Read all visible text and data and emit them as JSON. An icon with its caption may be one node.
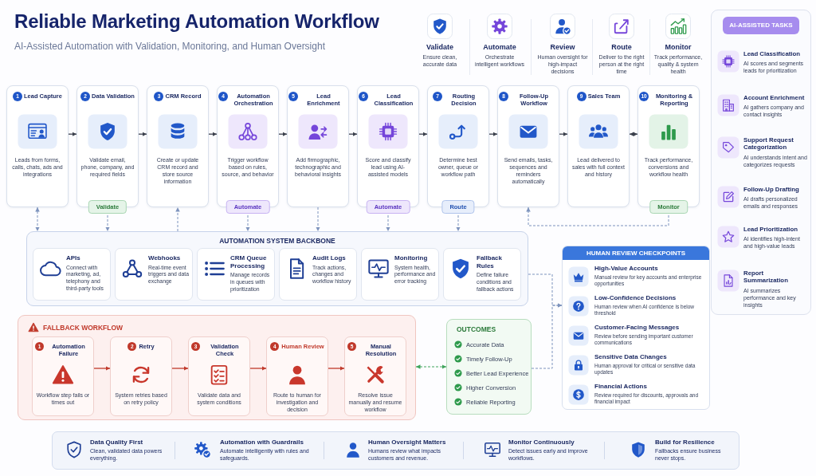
{
  "diagram": {
    "title": "Reliable Marketing Automation Workflow",
    "nodes": [
      {
        "text": [
          "1",
          "Lead Capture",
          "Leads from forms, calls, chats, ads and integrations"
        ]
      },
      {
        "text": [
          "2",
          "Data Validation",
          "Validate email, phone, company, and required fields",
          "Validate"
        ]
      },
      {
        "text": [
          "3",
          "CRM Record",
          "Create or update CRM record and store source information"
        ]
      },
      {
        "text": [
          "4",
          "Automation Orchestration",
          "Trigger workflow based on rules, source, and behavior",
          "Automate"
        ]
      },
      {
        "text": [
          "5",
          "Lead Enrichment",
          "Add firmographic, technographic and behavioral insights"
        ]
      },
      {
        "text": [
          "6",
          "Lead Classification",
          "Score and classify lead using AI-assisted models",
          "Automate"
        ]
      },
      {
        "text": [
          "7",
          "Routing Decision",
          "Determine best owner, queue or workflow path",
          "Route"
        ]
      },
      {
        "text": [
          "8",
          "Follow-Up Workflow",
          "Send emails, tasks, sequences and reminders automatically"
        ]
      },
      {
        "text": [
          "9",
          "Sales Team",
          "Lead delivered to sales with full context and history"
        ]
      },
      {
        "text": [
          "10",
          "Monitoring & Reporting",
          "Track performance, conversions and workflow health",
          "Monitor"
        ]
      },
      {
        "text": [
          "AUTOMATION SYSTEM BACKBONE"
        ]
      },
      {
        "text": [
          "APIs",
          "Connect with marketing, ad, telephony and third-party tools"
        ],
        "in": 10
      },
      {
        "text": [
          "Webhooks",
          "Real-time event triggers and data exchange"
        ],
        "in": 10
      },
      {
        "text": [
          "CRM Queue Processing",
          "Manage records in queues with prioritization"
        ],
        "in": 10
      },
      {
        "text": [
          "Audit Logs",
          "Track actions, changes and workflow history"
        ],
        "in": 10
      },
      {
        "text": [
          "Monitoring",
          "System health, performance and error tracking"
        ],
        "in": 10
      },
      {
        "text": [
          "Fallback Rules",
          "Define failure conditions and fallback actions"
        ],
        "in": 10
      },
      {
        "text": [
          "FALLBACK WORKFLOW"
        ]
      },
      {
        "text": [
          "1",
          "Automation Failure",
          "Workflow step fails or times out"
        ],
        "in": 17
      },
      {
        "text": [
          "2",
          "Retry",
          "System retries based on retry policy"
        ],
        "in": 17
      },
      {
        "text": [
          "3",
          "Validation Check",
          "Validate data and system conditions"
        ],
        "in": 17
      },
      {
        "text": [
          "4",
          "Human Review",
          "Route to human for investigation and decision"
        ],
        "in": 17
      },
      {
        "text": [
          "5",
          "Manual Resolution",
          "Resolve issue manually and resume workflow"
        ],
        "in": 17
      },
      {
        "text": [
          "OUTCOMES",
          "Accurate Data",
          "Timely Follow-Up",
          "Better Lead Experience",
          "Higher Conversion",
          "Reliable Reporting"
        ]
      },
      {
        "text": [
          "HUMAN REVIEW CHECKPOINTS",
          "High-Value Accounts",
          "Manual review for key accounts and enterprise opportunities",
          "Low-Confidence Decisions",
          "Human review when AI confidence is below threshold",
          "Customer-Facing Messages",
          "Review before sending important customer communications",
          "Sensitive Data Changes",
          "Human approval for critical or sensitive data updates",
          "Financial Actions",
          "Review required for discounts, approvals and financial impact"
        ]
      },
      {
        "text": [
          "AI-ASSISTED TASKS",
          "Lead Classification",
          "AI scores and segments leads for prioritization",
          "Account Enrichment",
          "AI gathers company and contact insights",
          "Support Request Categorization",
          "AI understands intent and categorizes requests",
          "Follow-Up Drafting",
          "AI drafts personalized emails and responses",
          "Lead Prioritization",
          "AI identifies high-intent and high-value leads",
          "Report Summarization",
          "AI summarizes performance and key insights"
        ]
      },
      {
        "text": [
          "Data Quality First",
          "Clean, validated data powers everything.",
          "Automation with Guardrails",
          "Automate intelligently with rules and safeguards.",
          "Human Oversight Matters",
          "Humans review what impacts customers and revenue.",
          "Monitor Continuously",
          "Detect issues early and improve workflows.",
          "Build for Resilience",
          "Fallbacks ensure business never stops."
        ]
      }
    ],
    "edges": [
      {
        "from": 0,
        "to": 1,
        "arrow": "to",
        "color": "#3b404c"
      },
      {
        "from": 1,
        "to": 2,
        "arrow": "to",
        "color": "#3b404c"
      },
      {
        "from": 2,
        "to": 3,
        "arrow": "to",
        "color": "#3b404c"
      },
      {
        "from": 3,
        "to": 4,
        "arrow": "to",
        "color": "#3b404c"
      },
      {
        "from": 4,
        "to": 5,
        "arrow": "to",
        "color": "#3b404c"
      },
      {
        "from": 5,
        "to": 6,
        "arrow": "to",
        "color": "#3b404c"
      },
      {
        "from": 6,
        "to": 7,
        "arrow": "to",
        "color": "#3b404c"
      },
      {
        "from": 7,
        "to": 8,
        "arrow": "to",
        "color": "#3b404c"
      },
      {
        "from": 8,
        "to": 9,
        "arrow": "both",
        "color": "#3b404c"
      },
      {
        "from": 0,
        "to": 10,
        "arrow": "both",
        "style": "dashed"
      },
      {
        "from": 1,
        "to": 10,
        "arrow": "to",
        "style": "dashed"
      },
      {
        "from": 10,
        "to": 2,
        "arrow": "to",
        "style": "dashed"
      },
      {
        "from": 3,
        "to": 10,
        "arrow": "to",
        "style": "dashed"
      },
      {
        "from": 4,
        "to": 10,
        "arrow": "to",
        "style": "dashed"
      },
      {
        "from": 5,
        "to": 10,
        "arrow": "to",
        "style": "dashed"
      },
      {
        "from": 6,
        "to": 10,
        "arrow": "to",
        "style": "dashed"
      },
      {
        "from": 9,
        "to": 7,
        "arrow": "to",
        "style": "dashed"
      },
      {
        "from": 10,
        "to": 24,
        "arrow": "to",
        "style": "dashed"
      },
      {
        "from": 23,
        "to": 24,
        "arrow": "to",
        "style": "dashed"
      },
      {
        "from": 17,
        "to": 23,
        "arrow": "both",
        "style": "dashed",
        "color": "#3fa45b"
      },
      {
        "from": 18,
        "to": 19,
        "arrow": "to",
        "color": "#c0392b"
      },
      {
        "from": 19,
        "to": 20,
        "arrow": "to",
        "color": "#c0392b"
      },
      {
        "from": 20,
        "to": 21,
        "arrow": "to",
        "color": "#c0392b"
      },
      {
        "from": 21,
        "to": 22,
        "arrow": "to",
        "color": "#c0392b"
      }
    ],
    "labels": [
      "AI-Assisted Automation with Validation, Monitoring, and Human Oversight",
      "Validate",
      "Ensure clean, accurate data",
      "Automate",
      "Orchestrate intelligent workflows",
      "Review",
      "Human oversight for high-impact decisions",
      "Route",
      "Deliver to the right person at the right time",
      "Monitor",
      "Track performance, quality & system health"
    ]
  }
}
